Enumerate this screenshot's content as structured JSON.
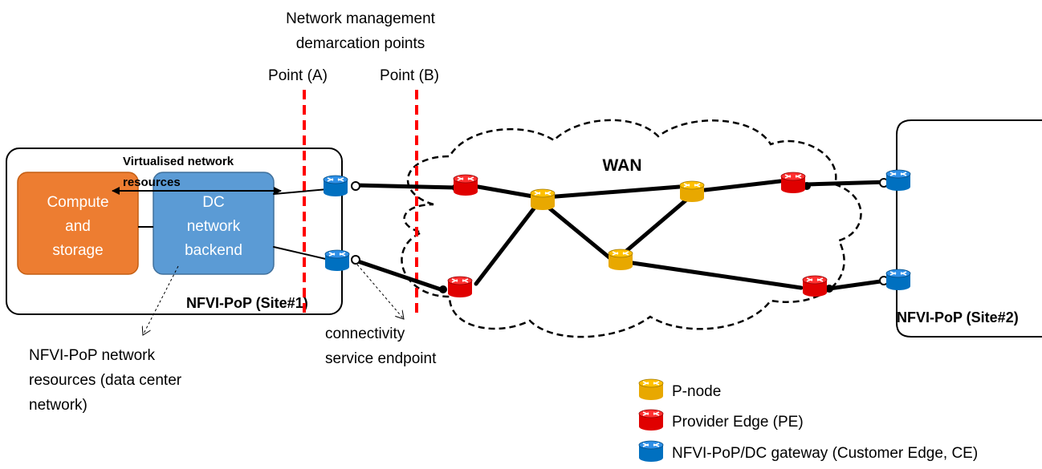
{
  "colors": {
    "compute": "#ED7D31",
    "compute_stroke": "#C45F14",
    "dc_backend": "#5B9BD5",
    "dc_backend_stroke": "#41719C",
    "p_node": "#FFC000",
    "pe": "#FF0000",
    "ce": "#0070C0",
    "demarcation": "#FF0000"
  },
  "header": {
    "line1": "Network management",
    "line2": "demarcation points",
    "point_a": "Point (A)",
    "point_b": "Point (B)"
  },
  "site1": {
    "title": "NFVI-PoP (Site#1)",
    "virt_line1": "Virtualised network",
    "virt_line2": "resources",
    "compute_line1": "Compute",
    "compute_line2": "and",
    "compute_line3": "storage",
    "dc_line1": "DC",
    "dc_line2": "network",
    "dc_line3": "backend"
  },
  "site2": {
    "title": "NFVI-PoP (Site#2)"
  },
  "wan": {
    "label": "WAN"
  },
  "annotations": {
    "nfvi_res_line1": "NFVI-PoP network",
    "nfvi_res_line2": "resources (data center",
    "nfvi_res_line3": "network)",
    "conn_line1": "connectivity",
    "conn_line2": "service endpoint"
  },
  "legend": {
    "p_node": {
      "label": "P-node",
      "icon": "router-icon"
    },
    "pe": {
      "label": "Provider Edge (PE)",
      "icon": "router-icon"
    },
    "ce": {
      "label": "NFVI-PoP/DC gateway (Customer Edge, CE)",
      "icon": "router-icon"
    }
  }
}
